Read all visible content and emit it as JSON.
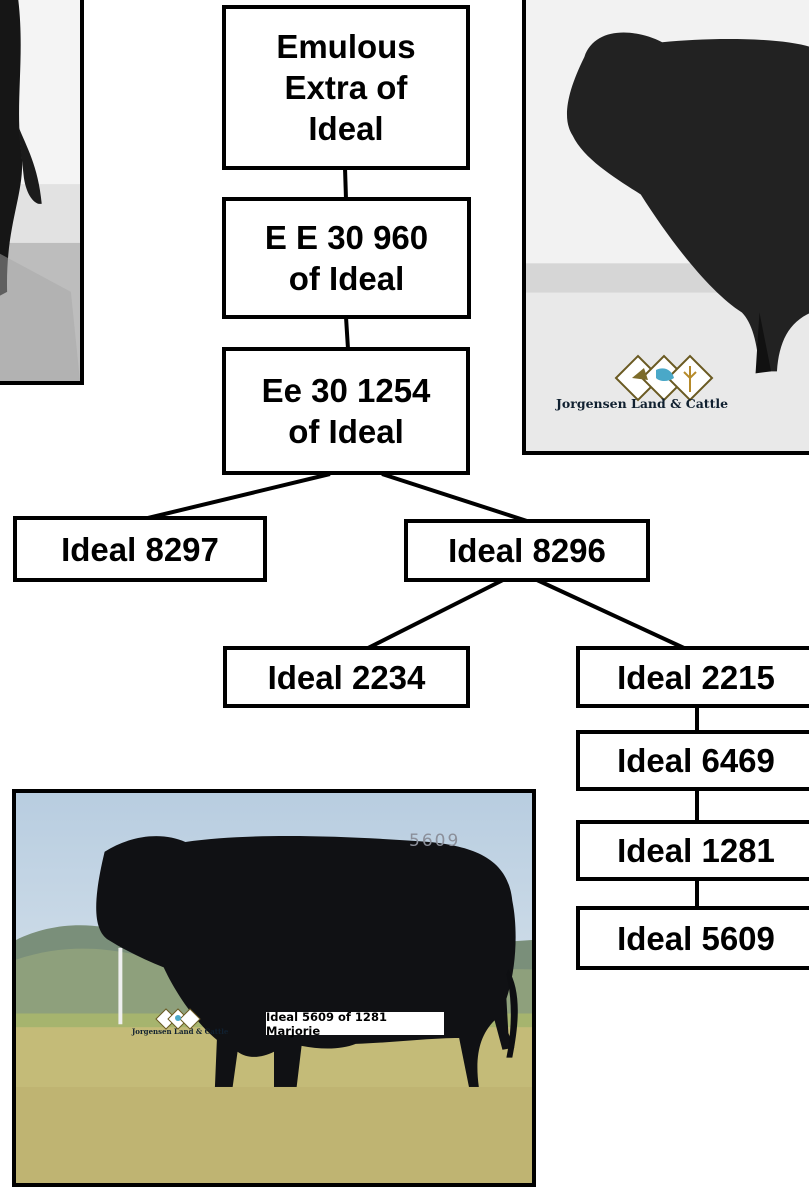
{
  "pedigree": {
    "nodes": {
      "emulous": "Emulous\nExtra of\nIdeal",
      "ee30960": "E E 30 960\nof Ideal",
      "ee301254": "Ee 30 1254\nof Ideal",
      "ideal8297": "Ideal 8297",
      "ideal8296": "Ideal 8296",
      "ideal2234": "Ideal 2234",
      "ideal2215": "Ideal 2215",
      "ideal6469": "Ideal 6469",
      "ideal1281": "Ideal 1281",
      "ideal5609": "Ideal 5609"
    }
  },
  "photos": {
    "top_right_logo": "Jorgensen Land & Cattle",
    "bottom_logo": "Jorgensen Land & Cattle",
    "bottom_caption": "Ideal 5609 of 1281 Marjorie",
    "bull_brand": "5609"
  },
  "colors": {
    "border": "#000000",
    "sky": "#c9dbe9",
    "grass": "#c4bb78",
    "bull": "#101114"
  }
}
